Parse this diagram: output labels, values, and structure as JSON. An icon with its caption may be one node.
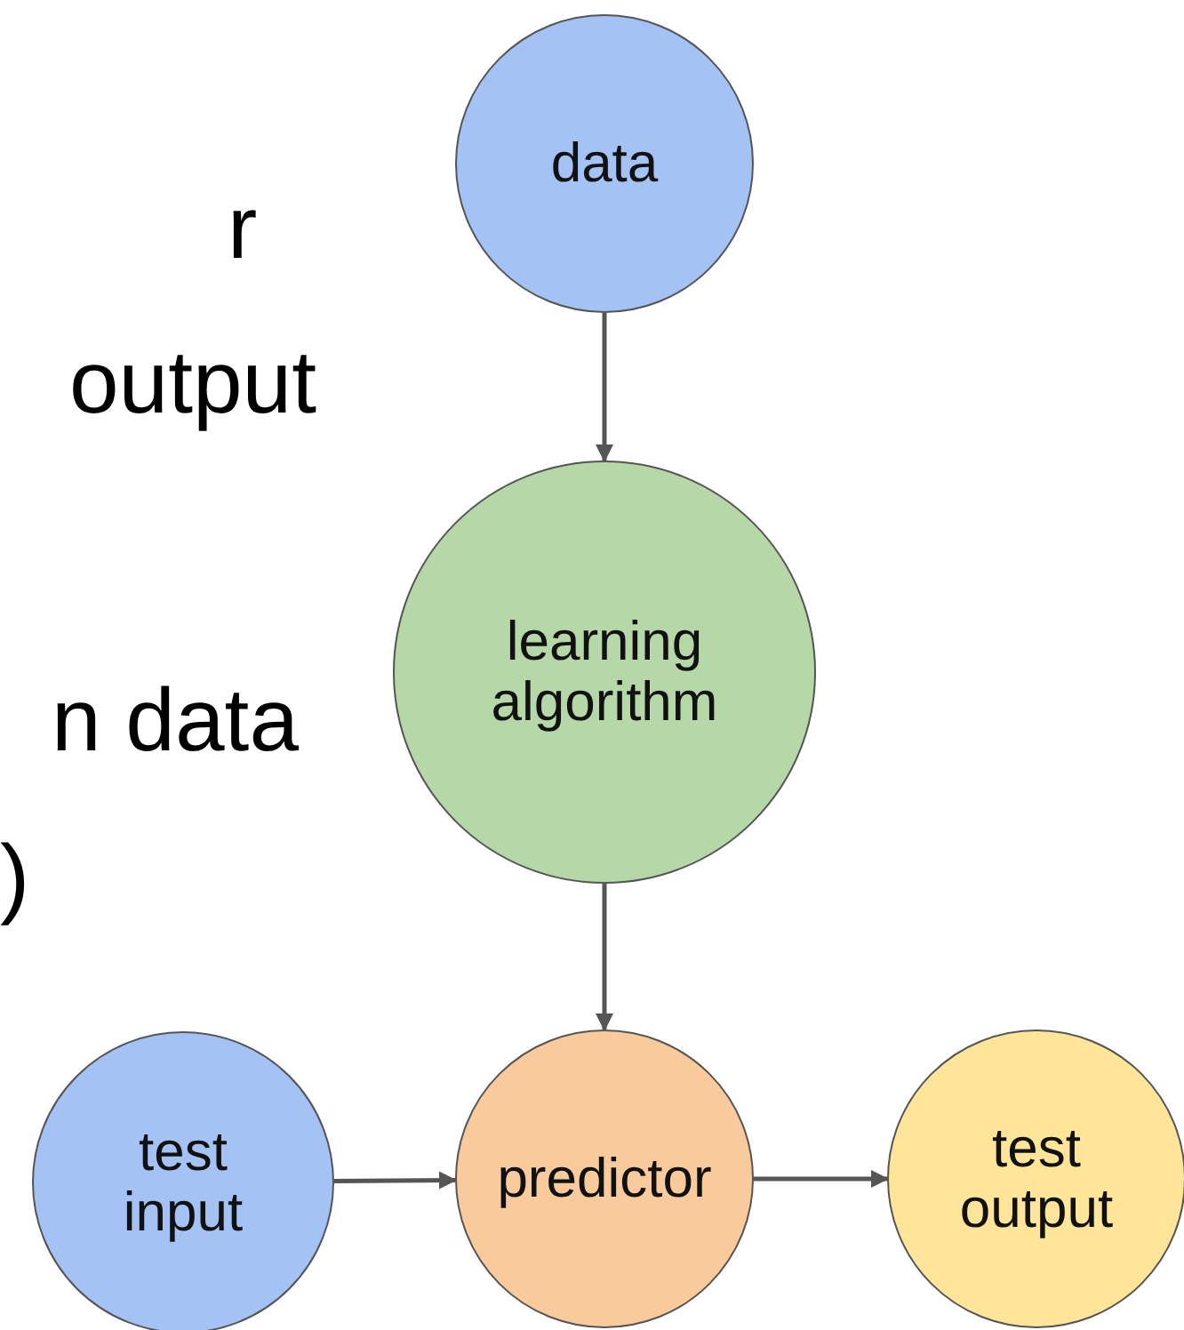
{
  "diagram": {
    "nodes": [
      {
        "text": [
          "data"
        ]
      },
      {
        "text": [
          "learning algorithm"
        ]
      },
      {
        "text": [
          "test input"
        ]
      },
      {
        "text": [
          "predictor"
        ]
      },
      {
        "text": [
          "test output"
        ]
      }
    ],
    "edges": [
      {
        "from": 0,
        "to": 1,
        "arrow": "to"
      },
      {
        "from": 1,
        "to": 3,
        "arrow": "to"
      },
      {
        "from": 2,
        "to": 3,
        "arrow": "to"
      },
      {
        "from": 3,
        "to": 4,
        "arrow": "to"
      }
    ],
    "labels": [
      "r",
      "output",
      "n data",
      ")"
    ]
  }
}
